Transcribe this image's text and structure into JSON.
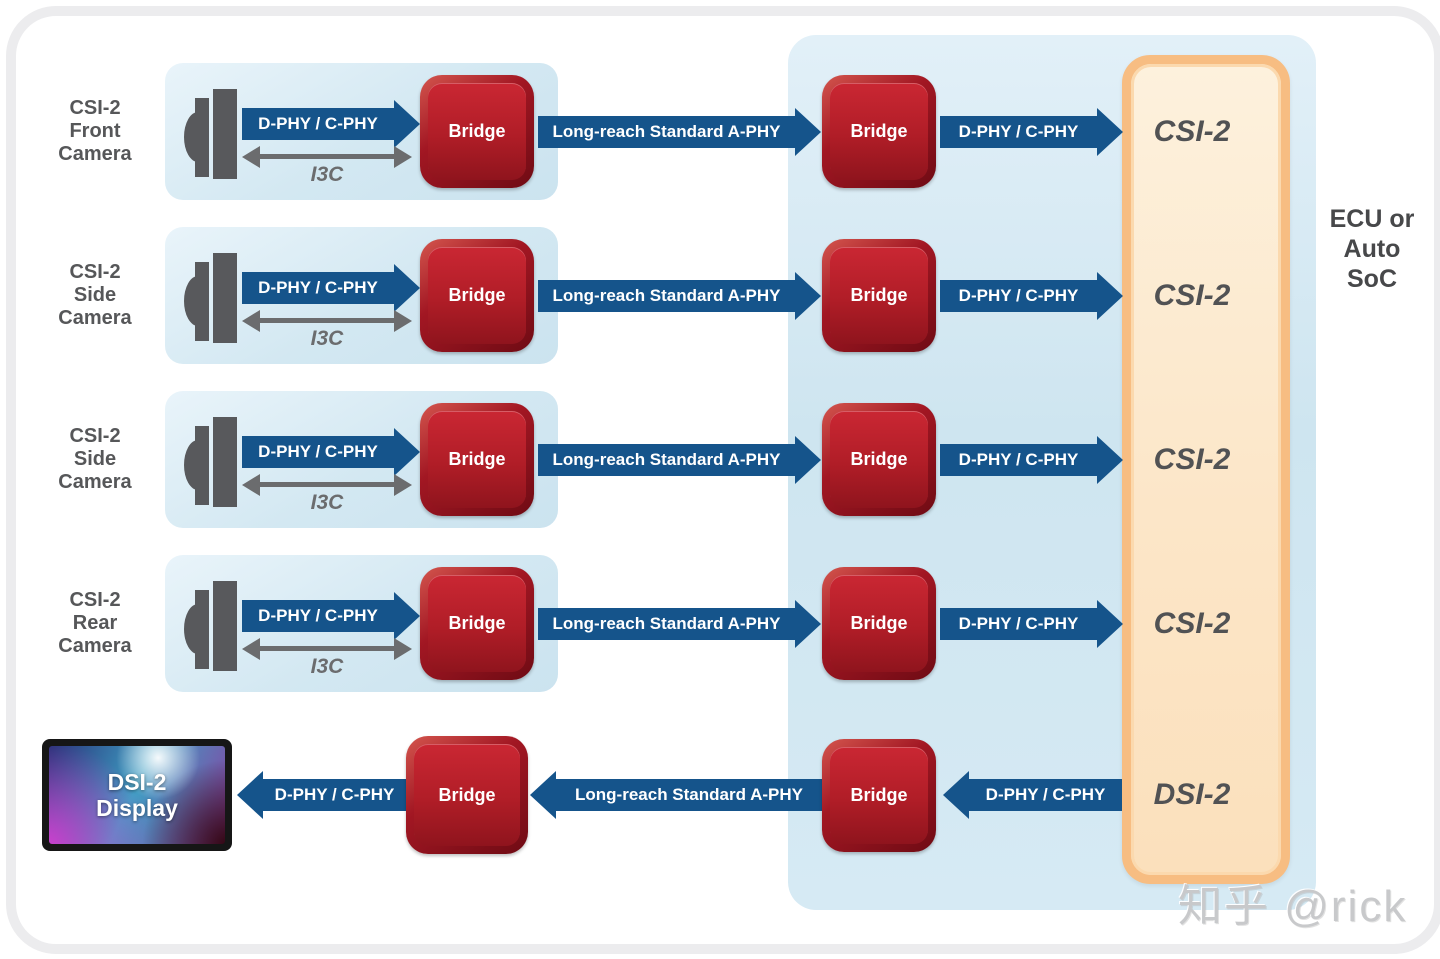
{
  "colors": {
    "arrow_blue": "#15548b",
    "bridge_red": "#b01d27",
    "bridge_dark_red": "#7a0e18",
    "module_bg_blue": "#d3e8f2",
    "ecu_bg_blue": "#cee5f0",
    "soc_border_orange": "#f7bd82",
    "soc_fill_peach": "#fbe5c6",
    "label_gray": "#565759"
  },
  "rows": [
    {
      "device": [
        "CSI-2",
        "Front",
        "Camera"
      ],
      "phy_in": "D-PHY / C-PHY",
      "i3c": "I3C",
      "bridge_a": "Bridge",
      "aphy": "Long-reach Standard A-PHY",
      "bridge_b": "Bridge",
      "phy_out": "D-PHY / C-PHY",
      "port": "CSI-2"
    },
    {
      "device": [
        "CSI-2",
        "Side",
        "Camera"
      ],
      "phy_in": "D-PHY / C-PHY",
      "i3c": "I3C",
      "bridge_a": "Bridge",
      "aphy": "Long-reach Standard A-PHY",
      "bridge_b": "Bridge",
      "phy_out": "D-PHY / C-PHY",
      "port": "CSI-2"
    },
    {
      "device": [
        "CSI-2",
        "Side",
        "Camera"
      ],
      "phy_in": "D-PHY / C-PHY",
      "i3c": "I3C",
      "bridge_a": "Bridge",
      "aphy": "Long-reach Standard A-PHY",
      "bridge_b": "Bridge",
      "phy_out": "D-PHY / C-PHY",
      "port": "CSI-2"
    },
    {
      "device": [
        "CSI-2",
        "Rear",
        "Camera"
      ],
      "phy_in": "D-PHY / C-PHY",
      "i3c": "I3C",
      "bridge_a": "Bridge",
      "aphy": "Long-reach Standard A-PHY",
      "bridge_b": "Bridge",
      "phy_out": "D-PHY / C-PHY",
      "port": "CSI-2"
    }
  ],
  "display_row": {
    "device": [
      "DSI-2",
      "Display"
    ],
    "phy_out": "D-PHY / C-PHY",
    "bridge_a": "Bridge",
    "aphy": "Long-reach Standard A-PHY",
    "bridge_b": "Bridge",
    "phy_in": "D-PHY / C-PHY",
    "port": "DSI-2"
  },
  "ecu": {
    "label": [
      "ECU or",
      "Auto",
      "SoC"
    ]
  },
  "watermark": "知乎 @rick"
}
